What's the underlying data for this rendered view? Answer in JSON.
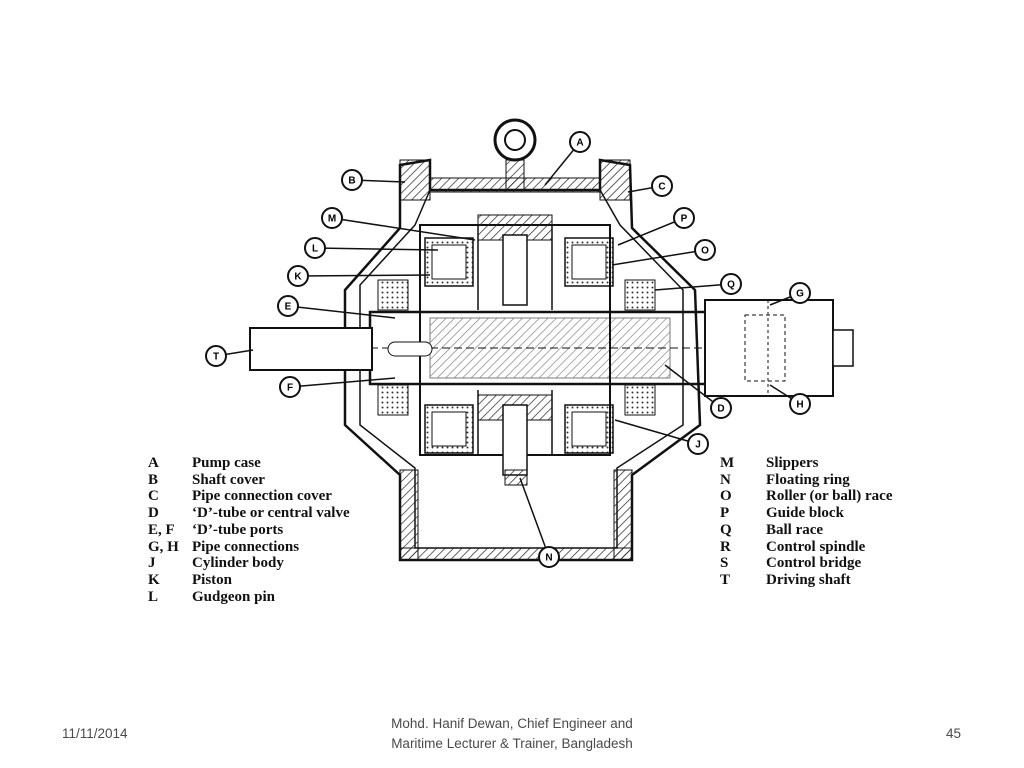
{
  "legend_left": [
    {
      "key": "A",
      "label": "Pump case"
    },
    {
      "key": "B",
      "label": "Shaft cover"
    },
    {
      "key": "C",
      "label": "Pipe connection cover"
    },
    {
      "key": "D",
      "label": "‘D’-tube or central valve"
    },
    {
      "key": "E, F",
      "label": "‘D’-tube ports"
    },
    {
      "key": "G, H",
      "label": "Pipe connections"
    },
    {
      "key": "J",
      "label": "Cylinder body"
    },
    {
      "key": "K",
      "label": "Piston"
    },
    {
      "key": "L",
      "label": "Gudgeon pin"
    }
  ],
  "legend_right": [
    {
      "key": "M",
      "label": "Slippers"
    },
    {
      "key": "N",
      "label": "Floating ring"
    },
    {
      "key": "O",
      "label": "Roller (or ball) race"
    },
    {
      "key": "P",
      "label": "Guide block"
    },
    {
      "key": "Q",
      "label": "Ball race"
    },
    {
      "key": "R",
      "label": "Control spindle"
    },
    {
      "key": "S",
      "label": "Control bridge"
    },
    {
      "key": "T",
      "label": "Driving shaft"
    }
  ],
  "callouts": [
    "A",
    "B",
    "C",
    "M",
    "P",
    "L",
    "O",
    "K",
    "Q",
    "E",
    "G",
    "T",
    "F",
    "D",
    "H",
    "J",
    "N"
  ],
  "footer": {
    "date": "11/11/2014",
    "author_line1": "Mohd. Hanif Dewan, Chief Engineer and",
    "author_line2": "Maritime Lecturer & Trainer, Bangladesh",
    "page_number": "45"
  }
}
